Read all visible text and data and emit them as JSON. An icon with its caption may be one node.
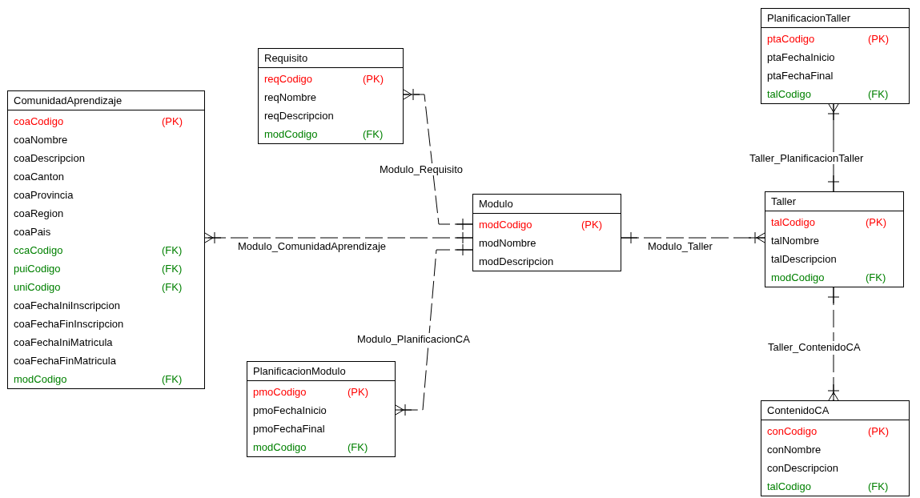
{
  "diagram": {
    "nodes": [
      {
        "text": [
          "ComunidadAprendizaje",
          "coaCodigo",
          "(PK)",
          "coaNombre",
          "coaDescripcion",
          "coaCanton",
          "coaProvincia",
          "coaRegion",
          "coaPais",
          "ccaCodigo",
          "(FK)",
          "puiCodigo",
          "(FK)",
          "uniCodigo",
          "(FK)",
          "coaFechaIniInscripcion",
          "coaFechaFinInscripcion",
          "coaFechaIniMatricula",
          "coaFechaFinMatricula",
          "modCodigo",
          "(FK)"
        ]
      },
      {
        "text": [
          "Requisito",
          "reqCodigo",
          "(PK)",
          "reqNombre",
          "reqDescripcion",
          "modCodigo",
          "(FK)"
        ]
      },
      {
        "text": [
          "Modulo",
          "modCodigo",
          "(PK)",
          "modNombre",
          "modDescripcion"
        ]
      },
      {
        "text": [
          "PlanificacionModulo",
          "pmoCodigo",
          "(PK)",
          "pmoFechaInicio",
          "pmoFechaFinal",
          "modCodigo",
          "(FK)"
        ]
      },
      {
        "text": [
          "PlanificacionTaller",
          "ptaCodigo",
          "(PK)",
          "ptaFechaInicio",
          "ptaFechaFinal",
          "talCodigo",
          "(FK)"
        ]
      },
      {
        "text": [
          "Taller",
          "talCodigo",
          "(PK)",
          "talNombre",
          "talDescripcion",
          "modCodigo",
          "(FK)"
        ]
      },
      {
        "text": [
          "ContenidoCA",
          "conCodigo",
          "(PK)",
          "conNombre",
          "conDescripcion",
          "talCodigo",
          "(FK)"
        ]
      }
    ],
    "edges": [
      {
        "from": 2,
        "to": 1,
        "arrow": "other",
        "label": "Modulo_Requisito",
        "style": "dashed"
      },
      {
        "from": 2,
        "to": 0,
        "arrow": "other",
        "label": "Modulo_ComunidadAprendizaje",
        "style": "dashed"
      },
      {
        "from": 2,
        "to": 3,
        "arrow": "other",
        "label": "Modulo_PlanificacionCA",
        "style": "dashed"
      },
      {
        "from": 2,
        "to": 5,
        "arrow": "other",
        "label": "Modulo_Taller",
        "style": "dashed"
      },
      {
        "from": 5,
        "to": 4,
        "arrow": "other",
        "label": "Taller_PlanificacionTaller"
      },
      {
        "from": 5,
        "to": 6,
        "arrow": "other",
        "label": "Taller_ContenidoCA",
        "style": "dashed"
      }
    ]
  }
}
